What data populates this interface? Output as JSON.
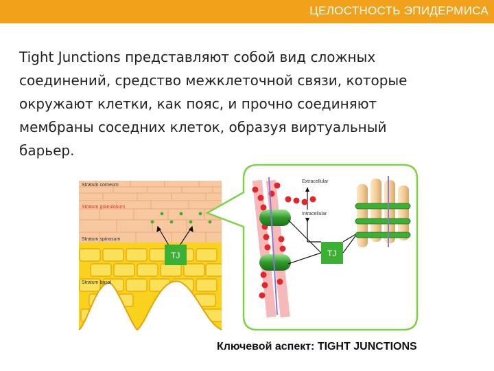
{
  "header": {
    "title": "ЦЕЛОСТНОСТЬ ЭПИДЕРМИСА"
  },
  "body": {
    "paragraph": "Tight Junctions представляют собой вид сложных\nсоединений, средство межклеточной связи, которые\nокружают клетки, как пояс, и прочно соединяют\nмембраны соседних клеток, образуя виртуальный\nбарьер."
  },
  "skin_diagram": {
    "layers": [
      "Stratum corneum",
      "Stratum granulosum",
      "Stratum spinosum",
      "Stratum basal"
    ],
    "tj_label": "TJ"
  },
  "molecular_diagram": {
    "extracellular_label": "Extracellular",
    "intracellular_label": "Intracellular",
    "tj_label": "TJ"
  },
  "caption": {
    "text": "Ключевой аспект: TIGHT JUNCTIONS"
  },
  "colors": {
    "header_bg": "#f2a21a",
    "callout_border": "#7fd14a",
    "tj_box": "#3cb034",
    "corneum": "#f6c9a0",
    "basal_yellow": "#f9d21e"
  }
}
